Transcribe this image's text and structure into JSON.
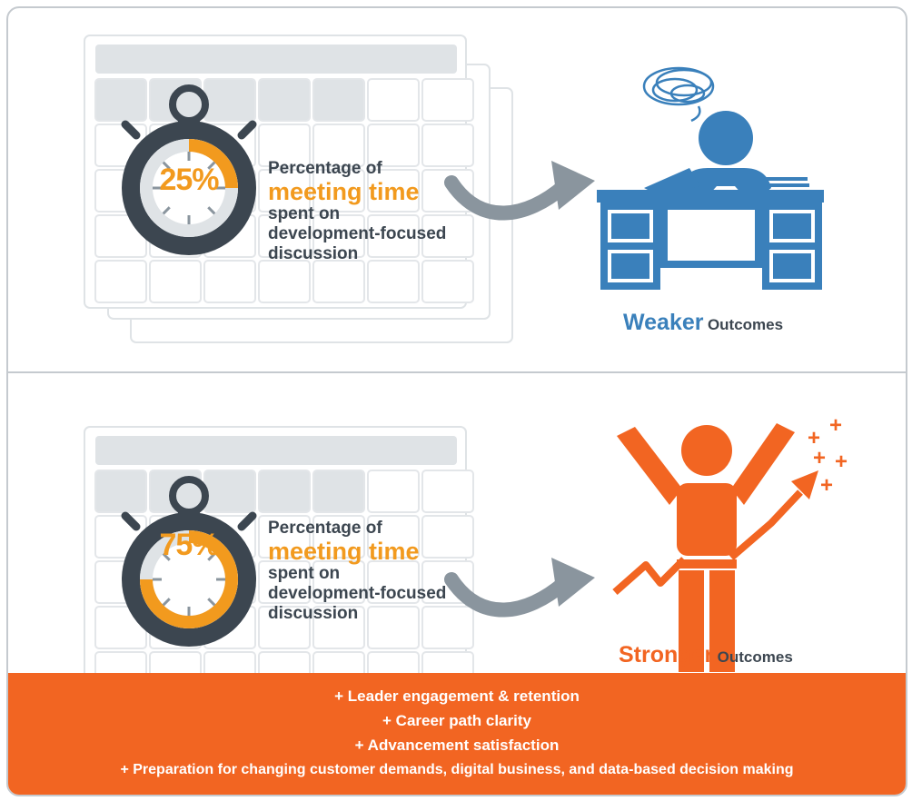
{
  "colors": {
    "accent_orange": "#f29a1e",
    "strong_orange": "#f26522",
    "weak_blue": "#3a80bb",
    "dark_text": "#3c4650",
    "calendar_gray": "#dfe3e6"
  },
  "top_panel": {
    "percent": "25%",
    "percent_value": 25,
    "caption_line1": "Percentage of",
    "caption_highlight": "meeting time",
    "caption_line2": "spent on",
    "caption_line3": "development-focused",
    "caption_line4": "discussion",
    "outcome_word": "Weaker",
    "outcome_suffix": "Outcomes",
    "illustration_icon": "stressed-person-at-desk-icon"
  },
  "bottom_panel": {
    "percent": "75%",
    "percent_value": 75,
    "caption_line1": "Percentage of",
    "caption_highlight": "meeting time",
    "caption_line2": "spent on",
    "caption_line3": "development-focused",
    "caption_line4": "discussion",
    "outcome_word": "Stronger",
    "outcome_suffix": "Outcomes",
    "illustration_icon": "celebrating-person-with-rising-arrow-icon"
  },
  "benefits": [
    "+ Leader engagement & retention",
    "+ Career path clarity",
    "+ Advancement satisfaction",
    "+ Preparation for changing customer demands, digital business, and data-based decision making"
  ]
}
